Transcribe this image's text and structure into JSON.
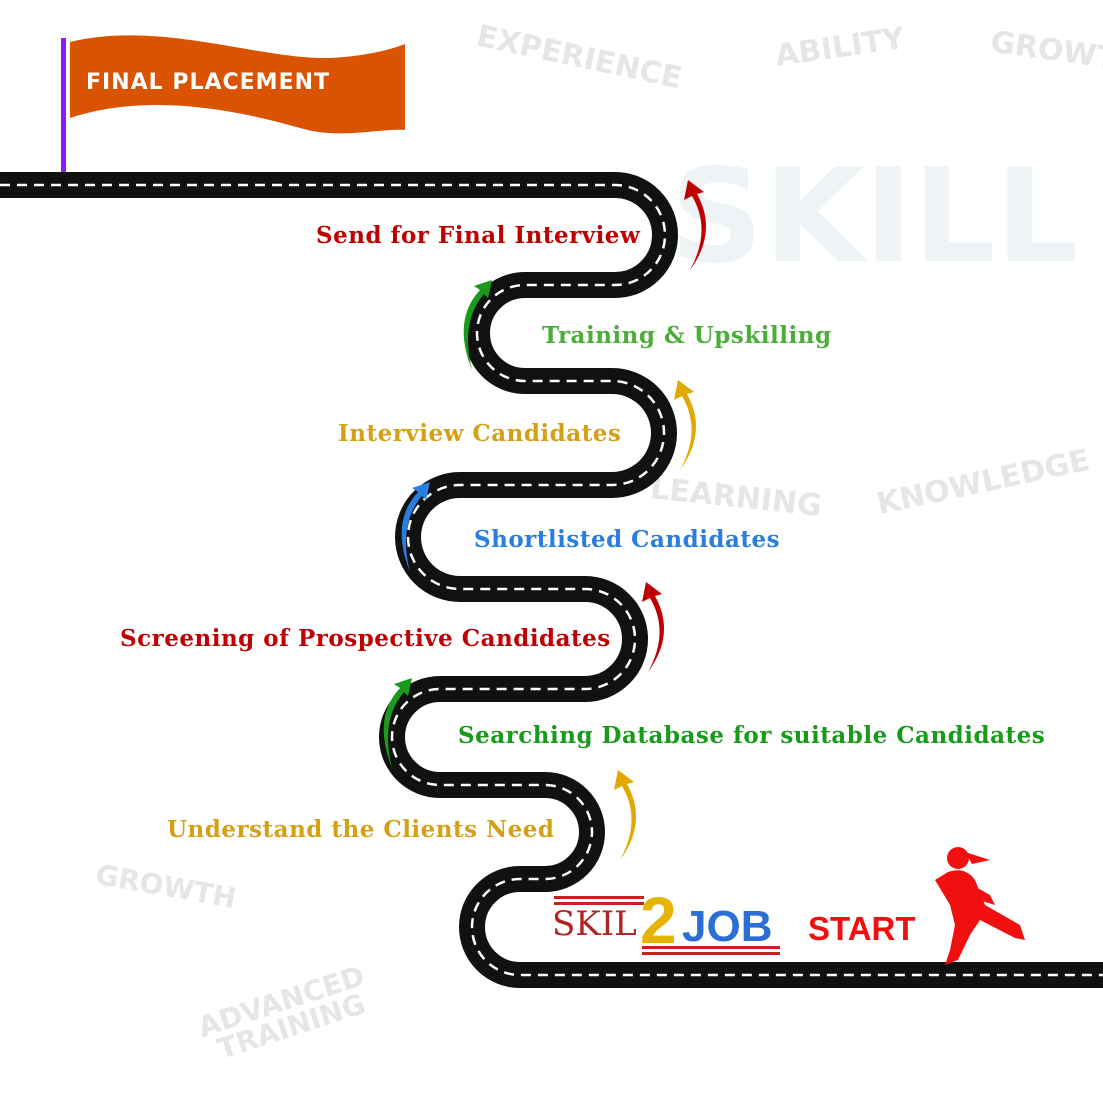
{
  "flag": {
    "label": "FINAL PLACEMENT",
    "color": "#d95300",
    "pole_color": "#8b1aff"
  },
  "steps": [
    {
      "label": "Send for Final Interview",
      "color": "#c00000"
    },
    {
      "label": "Training & Upskilling",
      "color": "#4cae3a"
    },
    {
      "label": "Interview Candidates",
      "color": "#d4a017"
    },
    {
      "label": "Shortlisted Candidates",
      "color": "#2a7de1"
    },
    {
      "label": "Screening of Prospective Candidates",
      "color": "#c00000"
    },
    {
      "label": "Searching Database for suitable Candidates",
      "color": "#1a9a1a"
    },
    {
      "label": "Understand the Clients Need",
      "color": "#d4a017"
    }
  ],
  "logo": {
    "skil": "SKIL",
    "two": "2",
    "job": "JOB"
  },
  "start_label": "START",
  "background_words": [
    "EXPERIENCE",
    "ABILITY",
    "GROWTH",
    "SKILL",
    "LEARNING",
    "KNOWLEDGE",
    "GROWTH",
    "ADVANCED",
    "TRAINING"
  ]
}
